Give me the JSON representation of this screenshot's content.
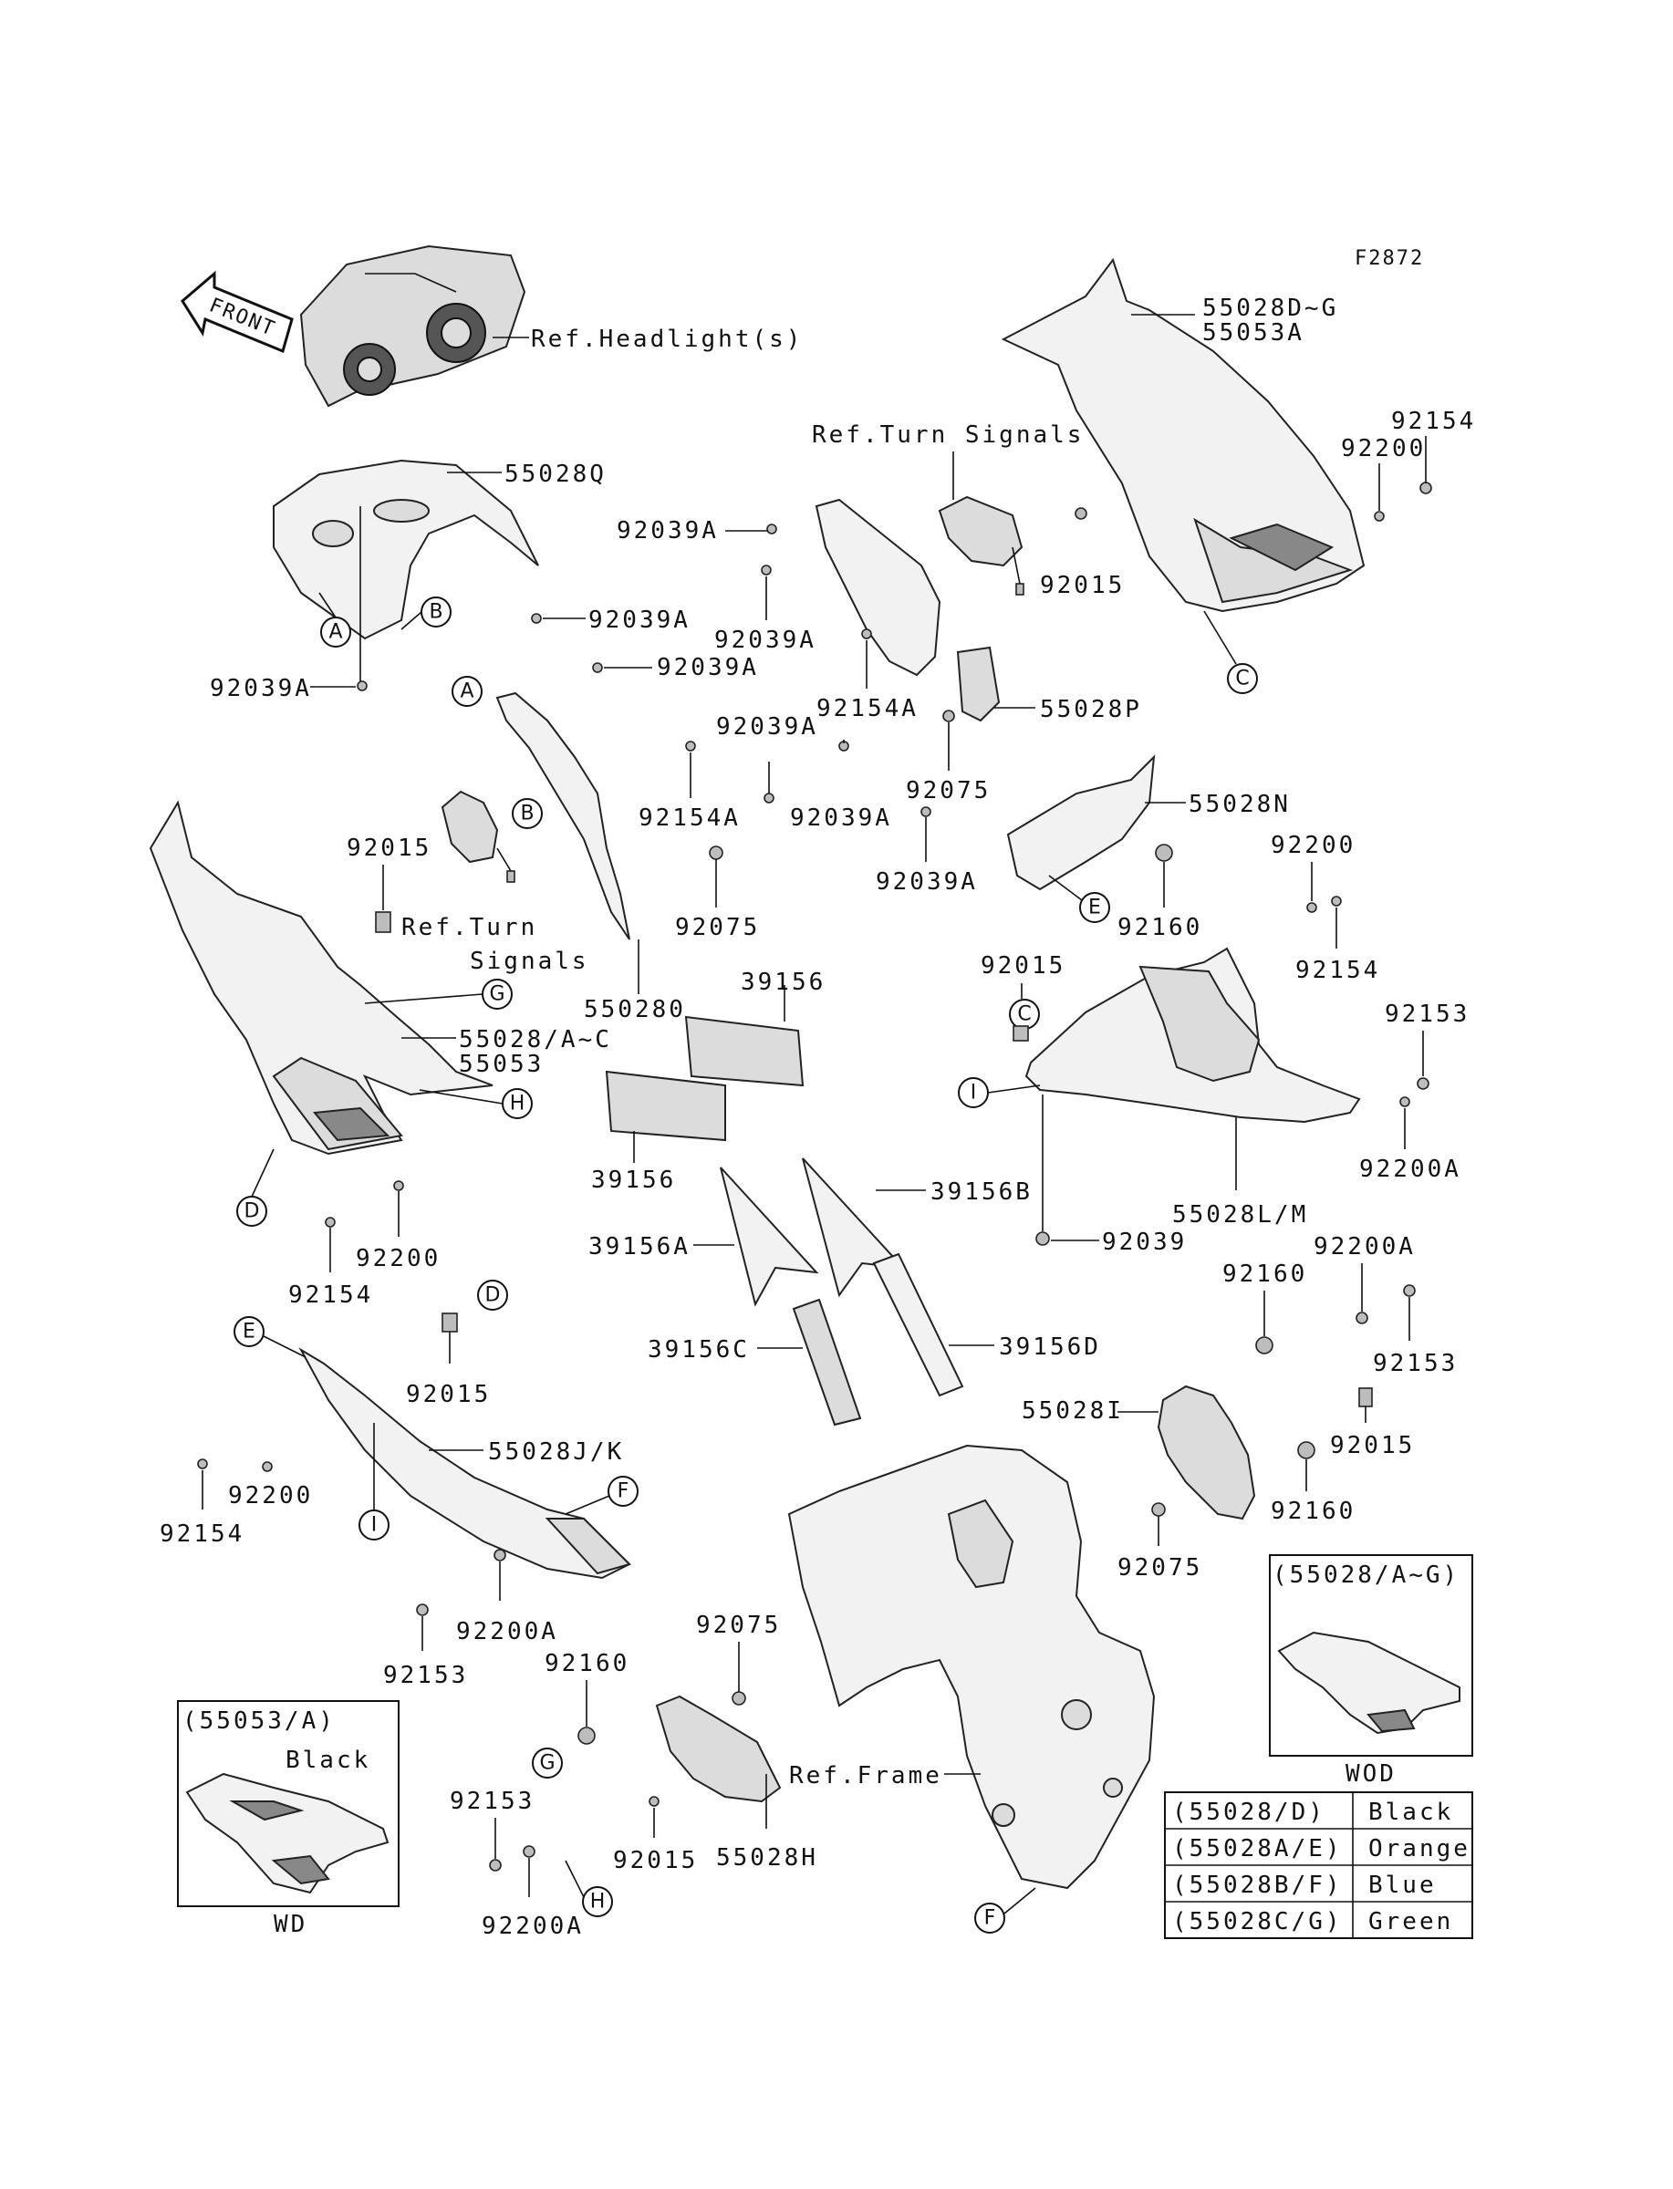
{
  "figure_code": "F2872",
  "front_label": "FRONT",
  "labels": {
    "ref_headlights": "Ref.Headlight(s)",
    "ref_turn_signals_top": "Ref.Turn Signals",
    "ref_turn_signals_mid_1": "Ref.Turn",
    "ref_turn_signals_mid_2": "Signals",
    "ref_frame": "Ref.Frame",
    "p55028DG": "55028D~G",
    "p55053A_top": "55053A",
    "p55028Q": "55028Q",
    "p92154_top": "92154",
    "p92200_top": "92200",
    "p92039A_1": "92039A",
    "p92039A_2": "92039A",
    "p92039A_3": "92039A",
    "p92039A_4": "92039A",
    "p92039A_5": "92039A",
    "p92039A_6": "92039A",
    "p92039A_7": "92039A",
    "p92039A_8": "92039A",
    "p92015_top": "92015",
    "p92154A_1": "92154A",
    "p92154A_2": "92154A",
    "p55028P": "55028P",
    "p92075_1": "92075",
    "p92075_2": "92075",
    "p92075_3": "92075",
    "p92075_4": "92075",
    "p55028N": "55028N",
    "p92160_1": "92160",
    "p92160_2": "92160",
    "p92160_3": "92160",
    "p92160_4": "92160",
    "p92200_mid": "92200",
    "p92154_mid": "92154",
    "p92015_left": "92015",
    "p550280": "550280",
    "p39156_1": "39156",
    "p39156_2": "39156",
    "p39156A": "39156A",
    "p39156B": "39156B",
    "p39156C": "39156C",
    "p39156D": "39156D",
    "p55028AC": "55028/A~C",
    "p55053": "55053",
    "p92015_r": "92015",
    "p92153_r1": "92153",
    "p92200A_r1": "92200A",
    "p55028LM": "55028L/M",
    "p92039": "92039",
    "p92200A_r2": "92200A",
    "p92153_r2": "92153",
    "p55028I": "55028I",
    "p92015_r2": "92015",
    "p92154_l": "92154",
    "p92200_l": "92200",
    "p92015_l2": "92015",
    "p55028JK": "55028J/K",
    "p92200_l2": "92200",
    "p92154_l2": "92154",
    "p92200A_l": "92200A",
    "p92153_l": "92153",
    "p92160_b": "92160",
    "p92153_b": "92153",
    "p92015_b": "92015",
    "p55028H": "55028H",
    "p92200A_b": "92200A"
  },
  "callouts": {
    "A1": "A",
    "A2": "A",
    "B1": "B",
    "B2": "B",
    "C1": "C",
    "C2": "C",
    "D1": "D",
    "D2": "D",
    "E1": "E",
    "E2": "E",
    "F1": "F",
    "F2": "F",
    "G1": "G",
    "G2": "G",
    "H1": "H",
    "H2": "H",
    "I1": "I",
    "I2": "I"
  },
  "inset_wd": {
    "title": "(55053/A)",
    "color": "Black",
    "caption": "WD"
  },
  "inset_wod": {
    "title": "(55028/A~G)",
    "caption": "WOD"
  },
  "color_table": [
    {
      "part": "(55028/D)",
      "color": "Black"
    },
    {
      "part": "(55028A/E)",
      "color": "Orange"
    },
    {
      "part": "(55028B/F)",
      "color": "Blue"
    },
    {
      "part": "(55028C/G)",
      "color": "Green"
    }
  ]
}
